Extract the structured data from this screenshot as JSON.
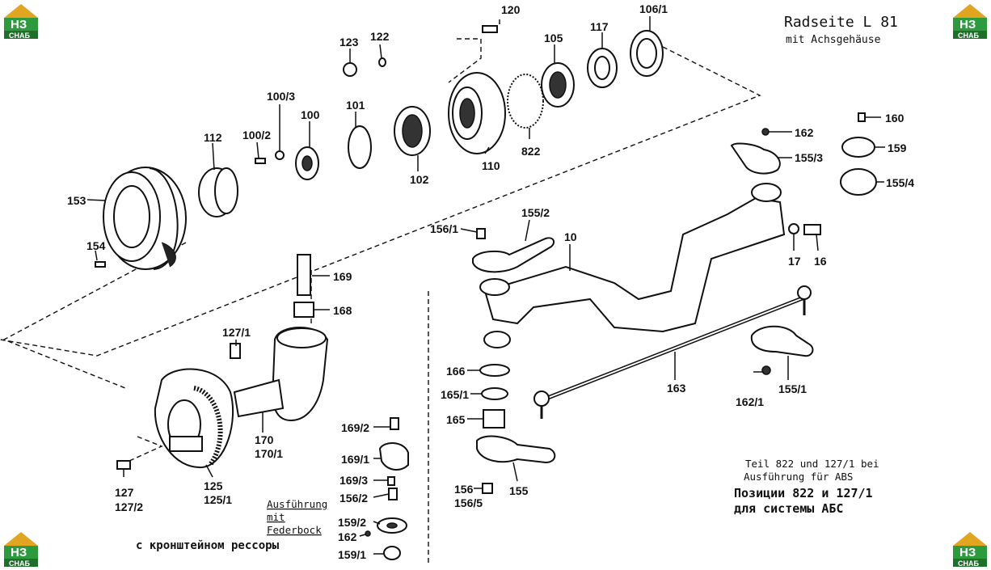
{
  "header": {
    "title": "Radseite L 81",
    "subtitle": "mit Achsgehäuse"
  },
  "logo": {
    "letters": "НЗ",
    "brand": "СНАБ"
  },
  "note": {
    "de_line1": "Teil 822 und 127/1 bei",
    "de_line2": "Ausführung für ABS",
    "ru_line1": "Позиции 822 и 127/1",
    "ru_line2": "для системы АБС"
  },
  "variant": {
    "line1": "Ausführung",
    "line2": "mit",
    "line3": "Federbock",
    "ru": "с кронштейном рессоры"
  },
  "parts": {
    "p120": "120",
    "p106_1": "106/1",
    "p117": "117",
    "p105": "105",
    "p123": "123",
    "p122": "122",
    "p100_3": "100/3",
    "p100": "100",
    "p101": "101",
    "p100_2": "100/2",
    "p112": "112",
    "p110": "110",
    "p822": "822",
    "p102": "102",
    "p153": "153",
    "p154": "154",
    "p162": "162",
    "p160": "160",
    "p159": "159",
    "p155_3": "155/3",
    "p155_4": "155/4",
    "p156_1": "156/1",
    "p155_2": "155/2",
    "p10": "10",
    "p17": "17",
    "p16": "16",
    "p169": "169",
    "p168": "168",
    "p127_1": "127/1",
    "p166": "166",
    "p165_1": "165/1",
    "p165": "165",
    "p163": "163",
    "p162_1": "162/1",
    "p155_1": "155/1",
    "p170": "170",
    "p170_1": "170/1",
    "p169_2": "169/2",
    "p169_1": "169/1",
    "p169_3": "169/3",
    "p156_2": "156/2",
    "p159_2": "159/2",
    "p162_2": "162",
    "p159_1": "159/1",
    "p127": "127",
    "p127_2": "127/2",
    "p125": "125",
    "p125_1": "125/1",
    "p156": "156",
    "p156_5": "156/5",
    "p155": "155"
  },
  "colors": {
    "logo_green": "#2e9a3e",
    "logo_gold": "#e2a521",
    "ink": "#111111"
  }
}
